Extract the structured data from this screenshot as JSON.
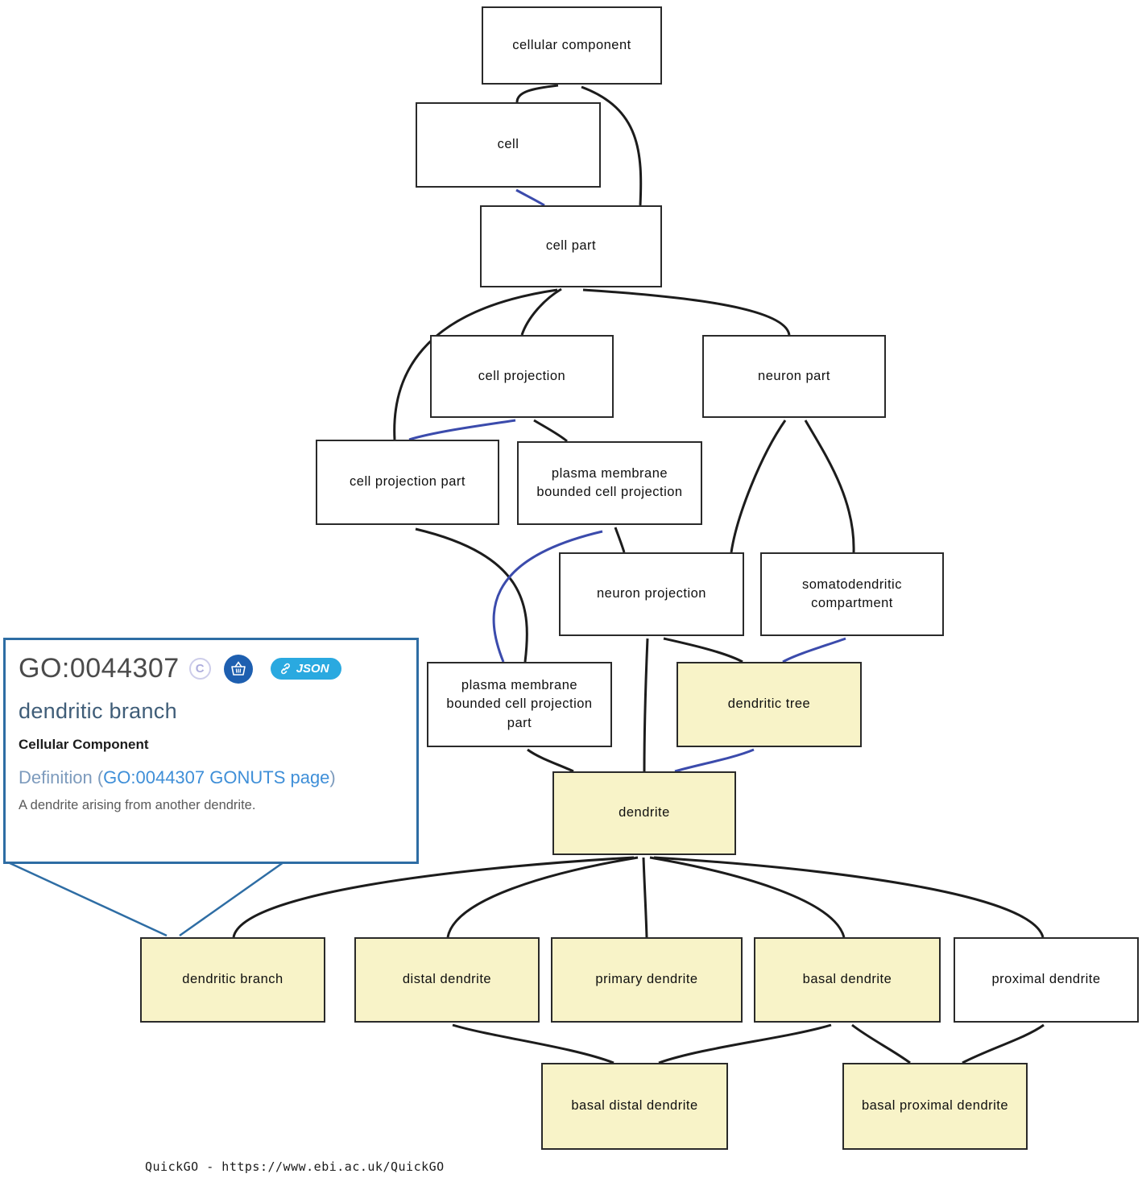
{
  "graph": {
    "nodes": {
      "cellular_component": {
        "label": "cellular component",
        "highlighted": false
      },
      "cell": {
        "label": "cell",
        "highlighted": false
      },
      "cell_part": {
        "label": "cell part",
        "highlighted": false
      },
      "cell_projection": {
        "label": "cell projection",
        "highlighted": false
      },
      "neuron_part": {
        "label": "neuron part",
        "highlighted": false
      },
      "cell_projection_part": {
        "label": "cell projection part",
        "highlighted": false
      },
      "pmbc_projection": {
        "label": "plasma membrane bounded cell projection",
        "highlighted": false
      },
      "neuron_projection": {
        "label": "neuron projection",
        "highlighted": false
      },
      "somatodendritic_compartment": {
        "label": "somatodendritic compartment",
        "highlighted": false
      },
      "pmbc_projection_part": {
        "label": "plasma membrane bounded cell projection part",
        "highlighted": false
      },
      "dendritic_tree": {
        "label": "dendritic tree",
        "highlighted": true
      },
      "dendrite": {
        "label": "dendrite",
        "highlighted": true
      },
      "dendritic_branch": {
        "label": "dendritic branch",
        "highlighted": true
      },
      "distal_dendrite": {
        "label": "distal dendrite",
        "highlighted": true
      },
      "primary_dendrite": {
        "label": "primary dendrite",
        "highlighted": true
      },
      "basal_dendrite": {
        "label": "basal dendrite",
        "highlighted": true
      },
      "proximal_dendrite": {
        "label": "proximal dendrite",
        "highlighted": false
      },
      "basal_distal_dendrite": {
        "label": "basal distal dendrite",
        "highlighted": true
      },
      "basal_proximal_dendrite": {
        "label": "basal proximal dendrite",
        "highlighted": true
      }
    },
    "colors": {
      "highlight_fill": "#f8f3c8",
      "node_fill": "#ffffff",
      "edge_is_a": "#1c1c1c",
      "edge_part_of": "#3b4bac"
    }
  },
  "popup": {
    "go_id": "GO:0044307",
    "c_icon_label": "C",
    "json_badge_label": "JSON",
    "term_name": "dendritic branch",
    "aspect": "Cellular Component",
    "definition_label_open": "Definition (",
    "definition_link": "GO:0044307 GONUTS page",
    "definition_label_close": ")",
    "definition_text": "A dendrite arising from another dendrite.",
    "border_color": "#2e6da4"
  },
  "footer": {
    "text": "QuickGO - https://www.ebi.ac.uk/QuickGO"
  }
}
